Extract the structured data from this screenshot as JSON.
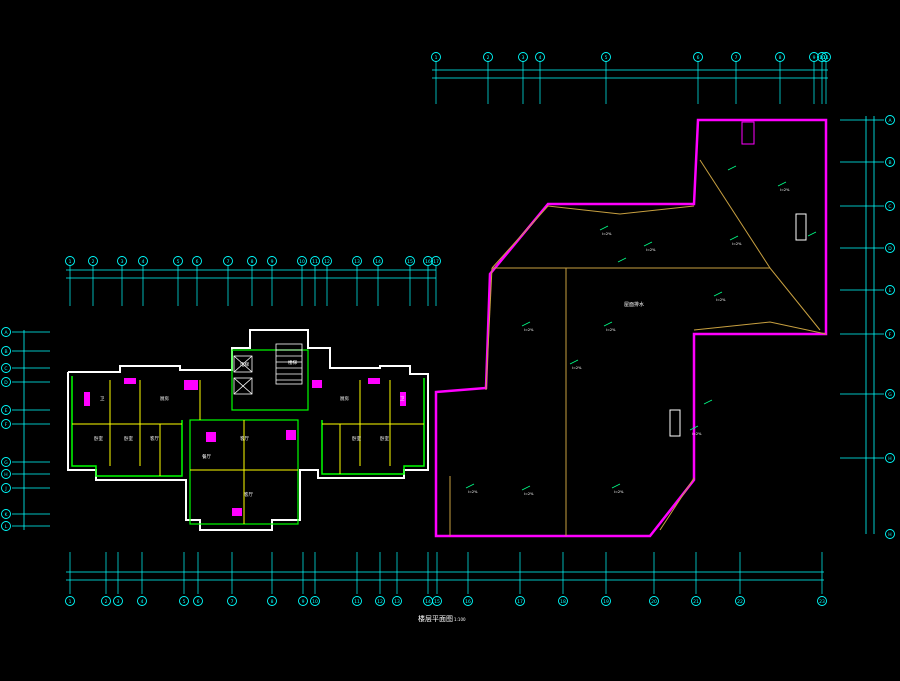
{
  "drawing_title": "楼层平面图",
  "drawing_scale": "1:100",
  "colors": {
    "background": "#000000",
    "wall": "#ffffff",
    "grid": "#00ffff",
    "roof_edge": "#ff00ff",
    "partition": "#ffff00",
    "ridge": "#c8a040",
    "wall_alt": "#00ff00",
    "text_green": "#00ff88"
  },
  "left_top_axis_labels": [
    "1",
    "2",
    "3",
    "4",
    "5",
    "6",
    "7",
    "8",
    "9",
    "10",
    "11",
    "12",
    "13",
    "14",
    "15",
    "16",
    "17"
  ],
  "left_side_axis_labels": [
    "A",
    "B",
    "C",
    "D",
    "E",
    "F",
    "G",
    "H",
    "J",
    "K",
    "L"
  ],
  "bottom_axis_labels": [
    "1",
    "2",
    "3",
    "4",
    "5",
    "6",
    "7",
    "8",
    "9",
    "10",
    "11",
    "12",
    "13",
    "14",
    "15",
    "16",
    "17",
    "18",
    "19",
    "20",
    "21",
    "22",
    "23"
  ],
  "right_top_axis_labels": [
    "1",
    "2",
    "3",
    "4",
    "5",
    "6",
    "7",
    "8",
    "9",
    "10",
    "11"
  ],
  "right_side_axis_labels": [
    "A",
    "B",
    "C",
    "D",
    "E",
    "F",
    "G",
    "H"
  ],
  "room_labels": [
    "卧室",
    "卧室",
    "客厅",
    "卫",
    "厨房",
    "餐厅",
    "电梯",
    "楼梯",
    "客厅",
    "卧室",
    "卧室",
    "卫",
    "厨房",
    "客厅"
  ],
  "annotations": [
    "i=2%",
    "i=2%",
    "i=2%",
    "i=2%",
    "i=2%",
    "i=2%",
    "i=2%",
    "i=2%",
    "i=2%",
    "i=2%",
    "i=2%",
    "i=2%"
  ],
  "roof_label": "屋面排水"
}
